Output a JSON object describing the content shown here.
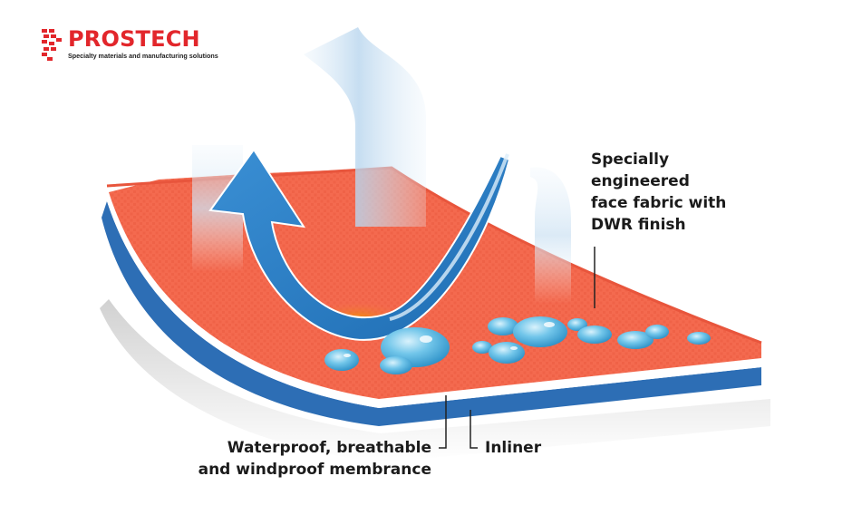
{
  "brand": {
    "name": "PROSTECH",
    "tagline": "Specialty materials and manufacturing solutions",
    "color": "#e2262b"
  },
  "labels": {
    "face_fabric": [
      "Specially",
      "engineered",
      "face fabric with",
      "DWR finish"
    ],
    "membrane": [
      "Waterproof, breathable",
      "and windproof membrance"
    ],
    "inliner": "Inliner"
  },
  "colors": {
    "face_fabric": "#f46a4f",
    "membrane": "#ffffff",
    "inliner": "#2d6eb5",
    "arrow": "#2f82c8",
    "droplet": "#54b5e4",
    "vapor": "#d6e8f5"
  }
}
